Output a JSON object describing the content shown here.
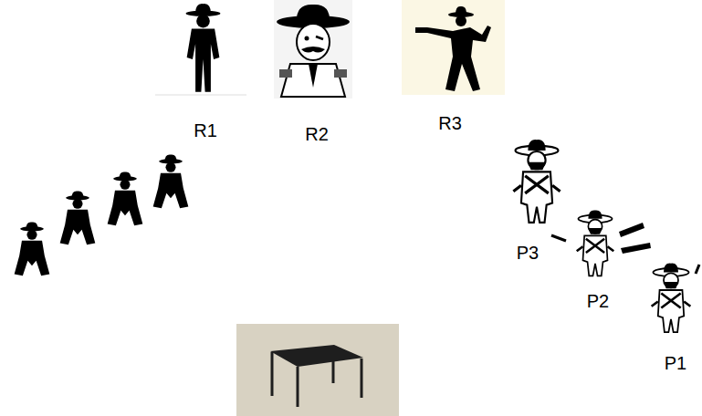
{
  "diagram": {
    "labels": [
      "R1",
      "R2",
      "R3",
      "P3",
      "P2",
      "P1"
    ]
  }
}
